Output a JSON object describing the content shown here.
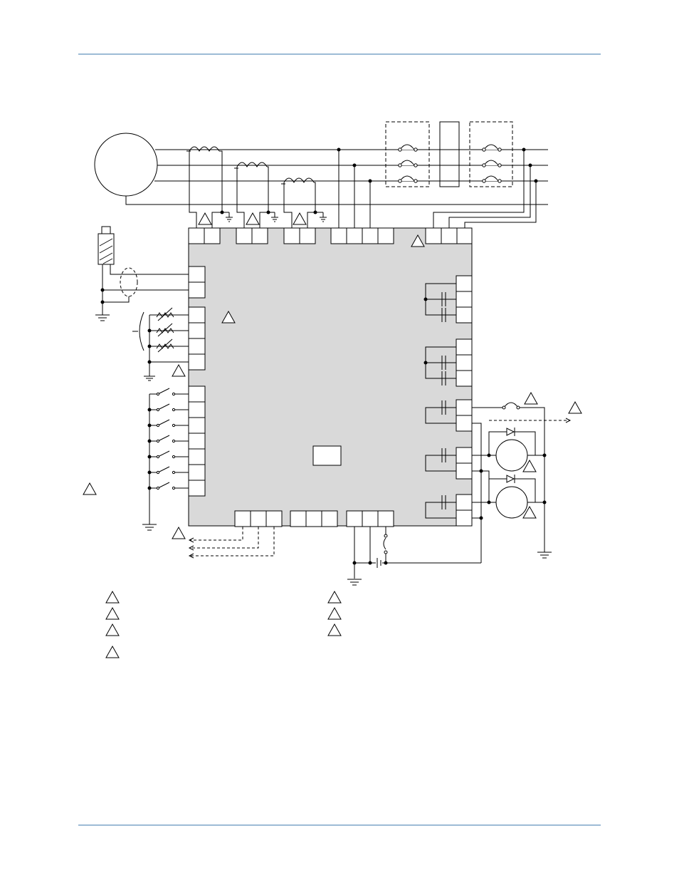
{
  "page": {
    "accent_color": "#9dbbd6",
    "background": "#ffffff"
  },
  "diagram": {
    "type": "wiring-schematic",
    "main_unit_fill": "#d9d9d9",
    "line_color": "#000000",
    "components": [
      "generator-circle",
      "current-transformers",
      "fuse-blocks",
      "sensor-probe",
      "rtd-inputs",
      "contact-inputs",
      "relay-outputs",
      "motor-circles",
      "battery",
      "ground-symbols",
      "note-triangles"
    ]
  }
}
